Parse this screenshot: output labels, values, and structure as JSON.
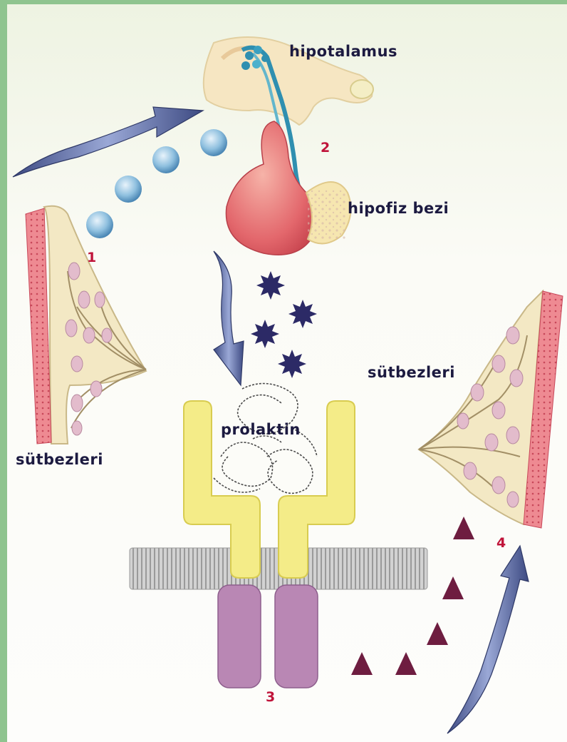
{
  "labels": {
    "hypothalamus": "hipotalamus",
    "pituitary": "hipofiz bezi",
    "milk_glands_left": "sütbezleri",
    "milk_glands_right": "sütbezleri",
    "prolactin": "prolaktin"
  },
  "steps": [
    "1",
    "2",
    "3",
    "4"
  ],
  "colors": {
    "frame_green": "#8fc48f",
    "panel": "#f7f8f1",
    "step_number": "#c0143a",
    "label_text": "#1c1a40",
    "arrow": "#5e6a9e",
    "receptor_yellow": "#f4ec88",
    "receptor_purple": "#b987b4",
    "membrane": "#c7c7c7",
    "gland_pink": "#e35f68",
    "triangle": "#6e1d40",
    "prolactin_star": "#2c2a66"
  }
}
